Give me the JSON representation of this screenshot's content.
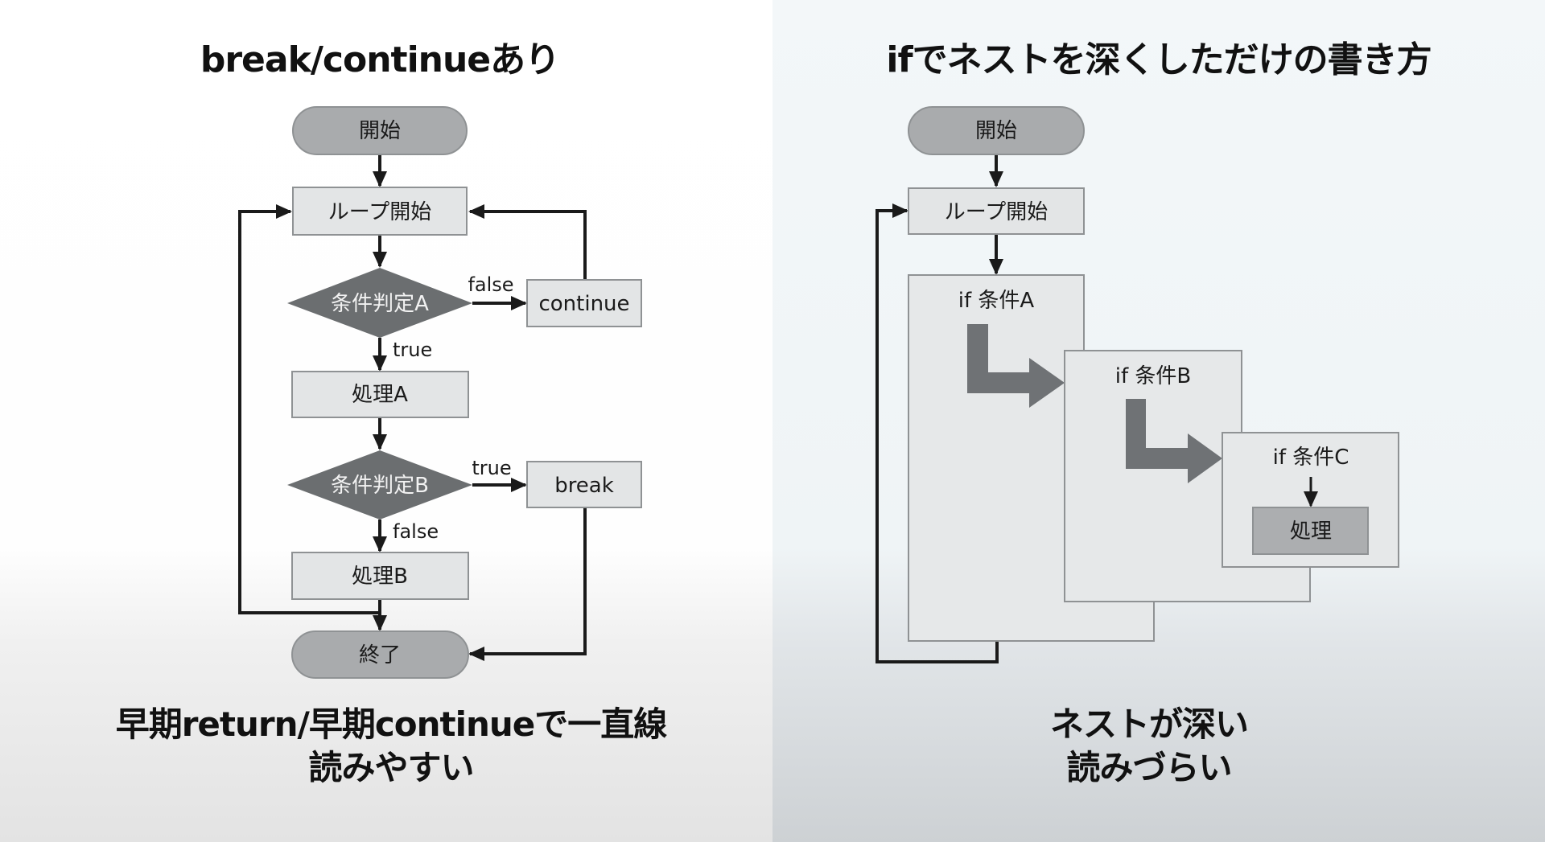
{
  "left": {
    "title": "break/continueあり",
    "nodes": {
      "start": "開始",
      "loop_start": "ループ開始",
      "cond_a": "条件判定A",
      "continue": "continue",
      "proc_a": "処理A",
      "cond_b": "条件判定B",
      "break": "break",
      "proc_b": "処理B",
      "end": "終了"
    },
    "edge_labels": {
      "cond_a_false": "false",
      "cond_a_true": "true",
      "cond_b_true": "true",
      "cond_b_false": "false"
    },
    "caption_line1": "早期return/早期continueで一直線",
    "caption_line2": "読みやすい"
  },
  "right": {
    "title": "ifでネストを深くしただけの書き方",
    "nodes": {
      "start": "開始",
      "loop_start": "ループ開始",
      "if_a": "if 条件A",
      "if_b": "if 条件B",
      "if_c": "if 条件C",
      "proc": "処理"
    },
    "caption_line1": "ネストが深い",
    "caption_line2": "読みづらい"
  },
  "colors": {
    "terminal_fill": "#a9abad",
    "process_fill": "#e3e5e6",
    "decision_fill": "#6b6e70",
    "nest_fill": "#e6e8e9",
    "nest_arrow": "#6f7275",
    "inner_proc_fill": "#acaeb0",
    "line": "#1a1a1a",
    "border": "#8f9294"
  }
}
